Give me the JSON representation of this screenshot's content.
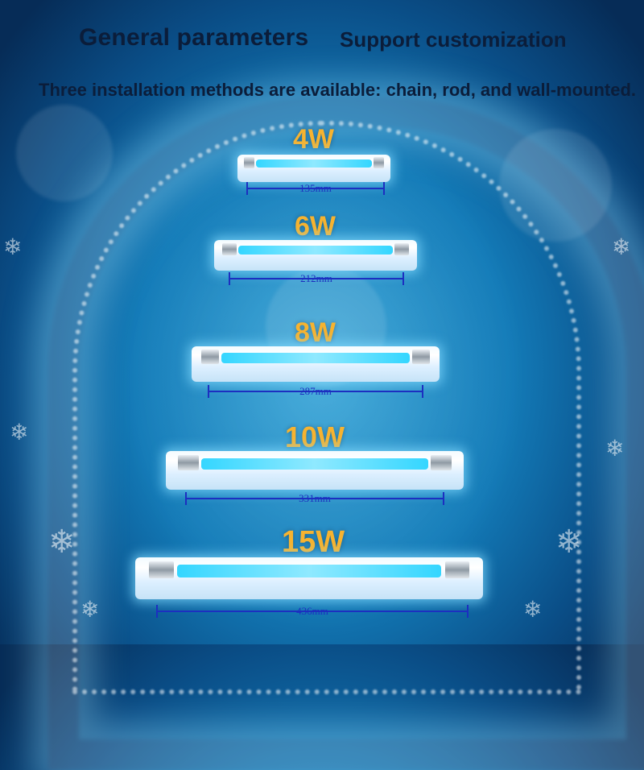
{
  "header": {
    "title": "General parameters",
    "subtitle": "Support customization",
    "note": "Three installation methods are available: chain, rod, and wall-mounted."
  },
  "lamps": [
    {
      "power": "4W",
      "length": "135mm"
    },
    {
      "power": "6W",
      "length": "212mm"
    },
    {
      "power": "8W",
      "length": "287mm"
    },
    {
      "power": "10W",
      "length": "331mm"
    },
    {
      "power": "15W",
      "length": "436mm"
    }
  ],
  "colors": {
    "title_text": "#0b1d3a",
    "watt_label": "#f6b330",
    "dimension": "#1c2fc0",
    "tube_glow": "#34d6ff"
  },
  "icons": [
    "snowflake-icon"
  ]
}
